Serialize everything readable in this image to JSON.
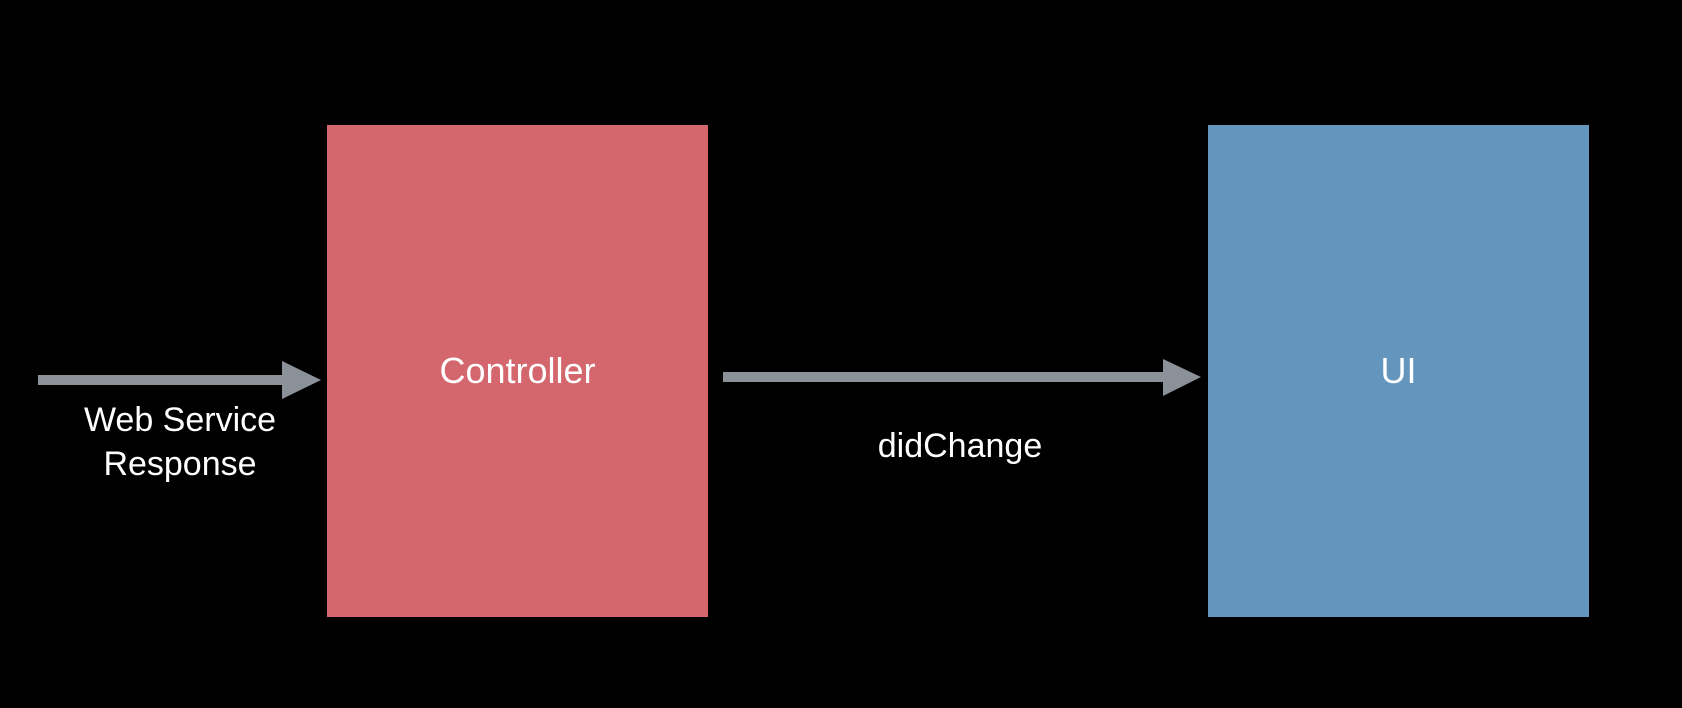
{
  "diagram": {
    "nodes": {
      "controller": {
        "label": "Controller",
        "color": "#D4676D"
      },
      "ui": {
        "label": "UI",
        "color": "#6495BC"
      }
    },
    "edges": {
      "web_service": {
        "label_line1": "Web Service",
        "label_line2": "Response",
        "color": "#8A9199"
      },
      "did_change": {
        "label": "didChange",
        "color": "#8A9199"
      }
    }
  }
}
